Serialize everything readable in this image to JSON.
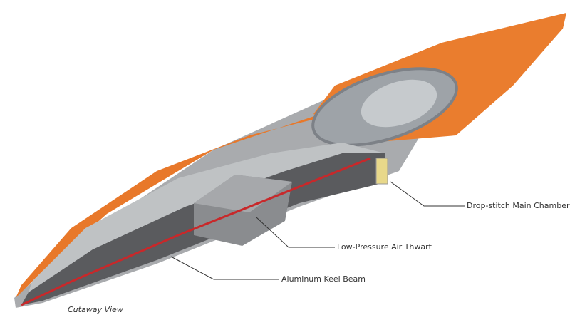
{
  "labels": {
    "main_chamber": "Drop-stitch Main Chamber",
    "air_thwart": "Low-Pressure Air Thwart",
    "keel_beam": "Aluminum Keel Beam"
  },
  "caption": "Cutaway View",
  "colors": {
    "deck_orange": "#e8782a",
    "hull_gray": "#a9abae",
    "interior_dark": "#5a5b5e",
    "keel_red": "#c8282a",
    "leader_line": "#333333"
  }
}
